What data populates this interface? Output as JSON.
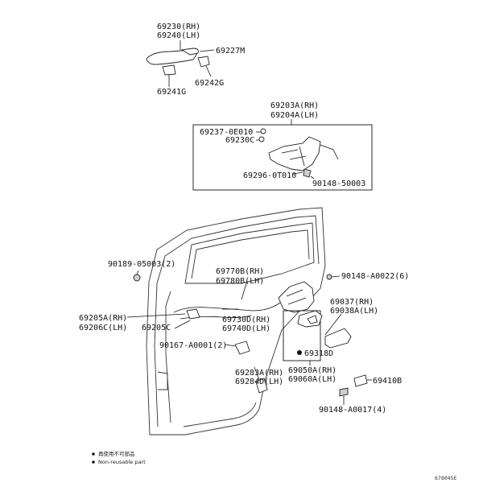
{
  "labels": {
    "p69230": "69230(RH)",
    "p69240": "69240(LH)",
    "p69227M": "69227M",
    "p69242G": "69242G",
    "p69241G": "69241G",
    "p69203A": "69203A(RH)",
    "p69204A": "69204A(LH)",
    "p69237": "69237-0E010",
    "p69230C": "69230C",
    "p69296": "69296-0T010",
    "p90148_50003": "90148-50003",
    "p90189": "90189-05003(2)",
    "p69770B": "69770B(RH)",
    "p69780B": "69780B(LH)",
    "p90148_A0022": "90148-A0022(6)",
    "p69205A": "69205A(RH)",
    "p69206C": "69206C(LH)",
    "p69205C": "69205C",
    "p69730D": "69730D(RH)",
    "p69740D": "69740D(LH)",
    "p69037": "69037(RH)",
    "p69038A": "69038A(LH)",
    "p90167": "90167-A0001(2)",
    "p69318D": "69318D",
    "p69050A": "69050A(RH)",
    "p69060A": "69060A(LH)",
    "p69283A": "69283A(RH)",
    "p69284D": "69284D(LH)",
    "p69410B": "69410B",
    "p90148_A0017": "90148-A0017(4)"
  },
  "legend": {
    "jp": "再使用不可部品",
    "en": "Non-reusable part"
  },
  "figure_code": "678045E"
}
